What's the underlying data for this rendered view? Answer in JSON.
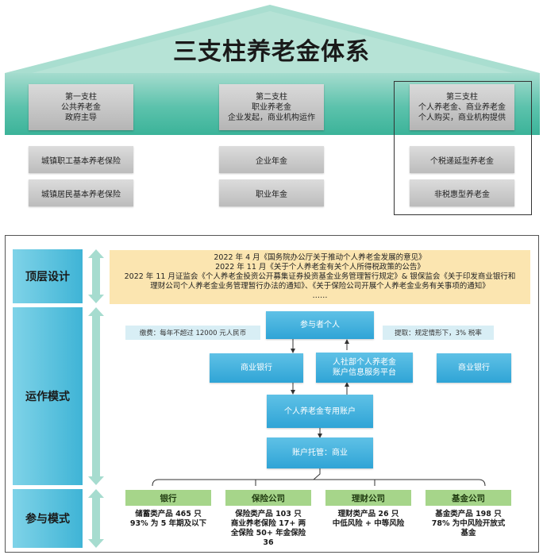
{
  "system": {
    "title": "三支柱养老金体系",
    "pillars": [
      {
        "heading_lines": [
          "第一支柱",
          "公共养老金",
          "政府主导"
        ],
        "items": [
          "城镇职工基本养老保险",
          "城镇居民基本养老保险"
        ]
      },
      {
        "heading_lines": [
          "第二支柱",
          "职业养老金",
          "企业发起，商业机构运作"
        ],
        "items": [
          "企业年金",
          "职业年金"
        ]
      },
      {
        "heading_lines": [
          "第三支柱",
          "个人养老金、商业养老金",
          "个人购买，商业机构提供"
        ],
        "items": [
          "个税递延型养老金",
          "非税惠型养老金"
        ]
      }
    ]
  },
  "framework": {
    "sections": {
      "top_design": "顶层设计",
      "operation": "运作模式",
      "participation": "参与模式"
    },
    "policies": [
      "2022 年 4 月《国务院办公厅关于推动个人养老金发展的意见》",
      "2022 年 11 月《关于个人养老金有关个人所得税政策的公告》",
      "2022 年 11 月证监会《个人养老金投资公开募集证券投资基金业务管理暂行规定》& 银保监会《关于印发商业银行和",
      "理财公司个人养老金业务管理暂行办法的通知》、《关于保险公司开展个人养老金业务有关事项的通知》",
      "……"
    ],
    "operation": {
      "contribution_note": "缴费：每年不超过 12000 元人民币",
      "withdrawal_note": "提取：规定情形下，3% 税率",
      "participant": "参与者个人",
      "bank_left": "商业银行",
      "platform_lines": [
        "人社部个人养老金",
        "账户信息服务平台"
      ],
      "bank_right": "商业银行",
      "account": "个人养老金专用账户",
      "custody": "账户托管：商业"
    },
    "participants": [
      {
        "label": "银行",
        "desc_lines": [
          "储蓄类产品 465 只",
          "93% 为 5 年期及以下"
        ]
      },
      {
        "label": "保险公司",
        "desc_lines": [
          "保险类产品 103 只",
          "商业养老保险 17+ 两",
          "全保险 50+ 年金保险",
          "36"
        ]
      },
      {
        "label": "理财公司",
        "desc_lines": [
          "理财类产品 26 只",
          "中低风险 + 中等风险"
        ]
      },
      {
        "label": "基金公司",
        "desc_lines": [
          "基金类产品 198 只",
          "78% 为中风险开放式",
          "基金"
        ]
      }
    ]
  }
}
